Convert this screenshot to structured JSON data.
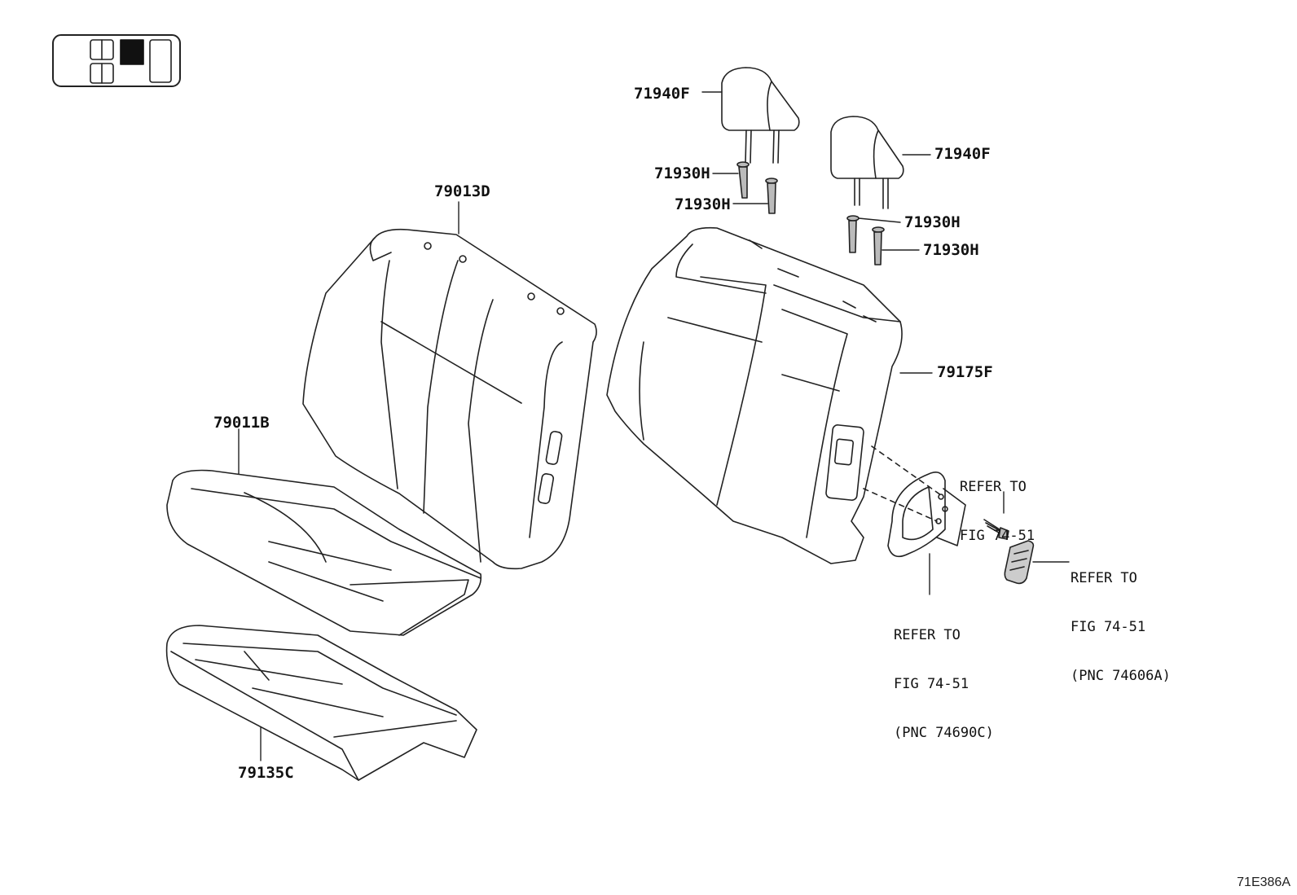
{
  "parts": {
    "headrest_left": "71940F",
    "headrest_right": "71940F",
    "support_1": "71930H",
    "support_2": "71930H",
    "support_3": "71930H",
    "support_4": "71930H",
    "back_cover": "79013D",
    "cushion_cover": "79011B",
    "back_pad": "79175F",
    "cushion_pad": "79135C"
  },
  "references": {
    "upper": {
      "line1": "REFER TO",
      "line2": "FIG 74-51"
    },
    "right": {
      "line1": "REFER TO",
      "line2": "FIG 74-51",
      "line3": "(PNC 74606A)"
    },
    "lower": {
      "line1": "REFER TO",
      "line2": "FIG 74-51",
      "line3": "(PNC 74690C)"
    }
  },
  "figure_id": "71E386A",
  "locator": {
    "highlighted_position": "rear-center"
  }
}
